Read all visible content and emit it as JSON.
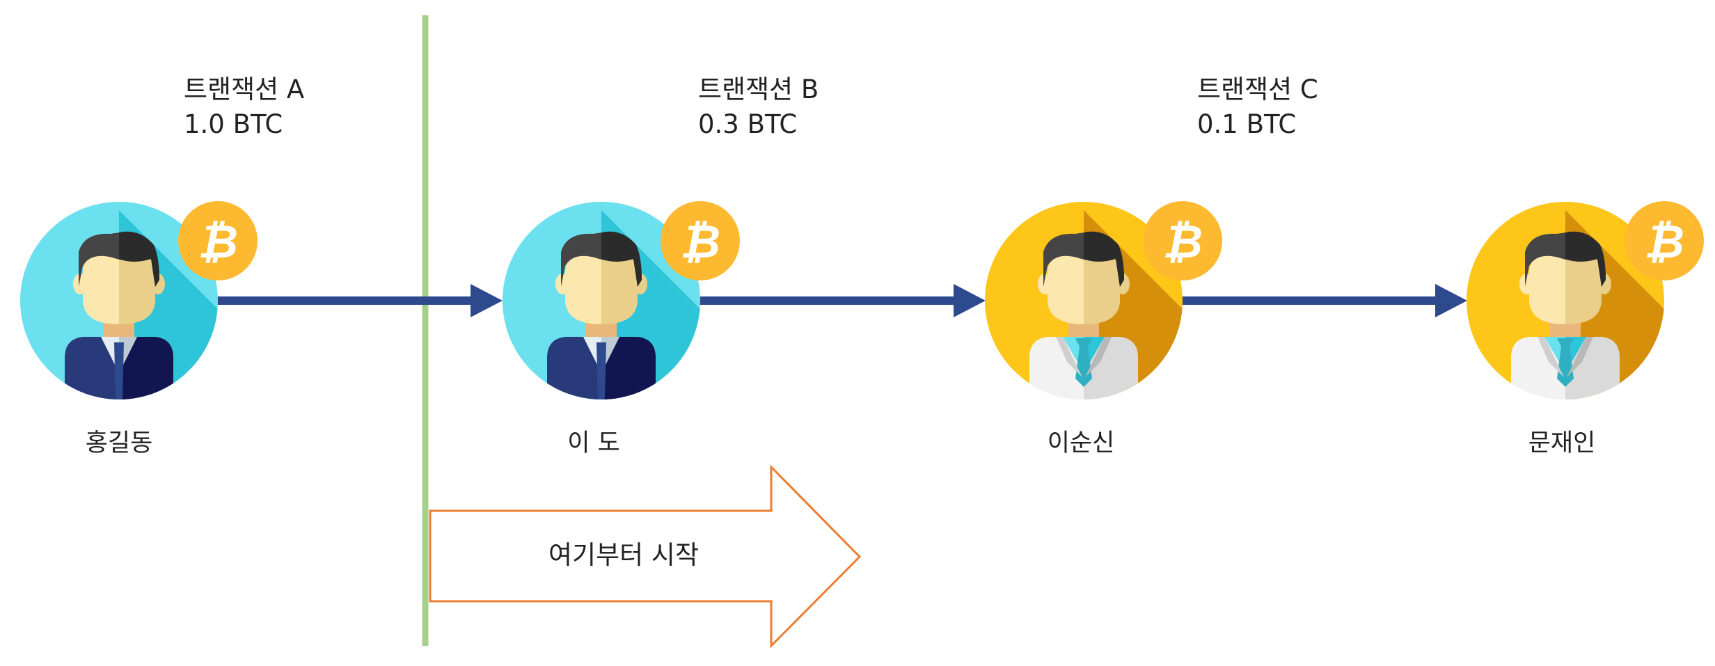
{
  "transactions": [
    {
      "title": "트랜잭션 A",
      "amount": "1.0 BTC"
    },
    {
      "title": "트랜잭션 B",
      "amount": "0.3 BTC"
    },
    {
      "title": "트랜잭션 C",
      "amount": "0.1 BTC"
    }
  ],
  "people": [
    {
      "name": "홍길동",
      "theme": "blue",
      "attire": "suit"
    },
    {
      "name": "이 도",
      "theme": "blue",
      "attire": "suit"
    },
    {
      "name": "이순신",
      "theme": "yellow",
      "attire": "coat"
    },
    {
      "name": "문재인",
      "theme": "yellow",
      "attire": "coat"
    }
  ],
  "start_arrow": {
    "label": "여기부터 시작"
  },
  "colors": {
    "flow_arrow": "#2E4A8E",
    "start_line": "#A6D08A",
    "start_arrow_stroke": "#ED7D31",
    "blue_bg": "#6BE0EE",
    "blue_shadow": "#2FC5D8",
    "yellow_bg": "#FFC61A",
    "yellow_shadow": "#D58F0A",
    "coin": "#FDB92F",
    "coin_symbol": "#FFFFFF"
  },
  "icons": {
    "avatar": "person-avatar-icon",
    "coin": "bitcoin-coin-icon"
  }
}
